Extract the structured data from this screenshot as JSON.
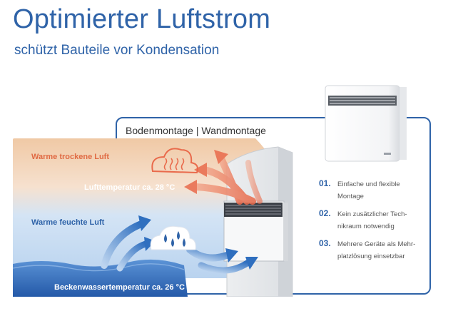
{
  "header": {
    "title": "Optimierter Luftstrom",
    "subtitle": "schützt Bauteile vor Kondensation"
  },
  "panel": {
    "montage_label": "Bodenmontage | Wandmontage"
  },
  "scene": {
    "warm_air_label": "Warme trockene Luft",
    "air_temperature_label": "Lufttemperatur ca. 28 °C",
    "humid_air_label": "Warme feuchte Luft",
    "water_temperature_label": "Beckenwassertemperatur ca. 26 °C"
  },
  "features": [
    {
      "number": "01.",
      "line1": "Einfache und flexible",
      "line2": "Montage"
    },
    {
      "number": "02.",
      "line1": "Kein zusätzlicher Tech-",
      "line2": "nikraum notwendig"
    },
    {
      "number": "03.",
      "line1": "Mehrere Geräte als Mehr-",
      "line2": "platzlösung einsetzbar"
    }
  ],
  "colors": {
    "brand_blue": "#2f63a8",
    "warm_orange": "#e06a43",
    "water_blue": "#3d7cc9"
  },
  "icons": {
    "heat_cloud": "heat-cloud-icon",
    "rain_cloud": "rain-cloud-icon"
  }
}
